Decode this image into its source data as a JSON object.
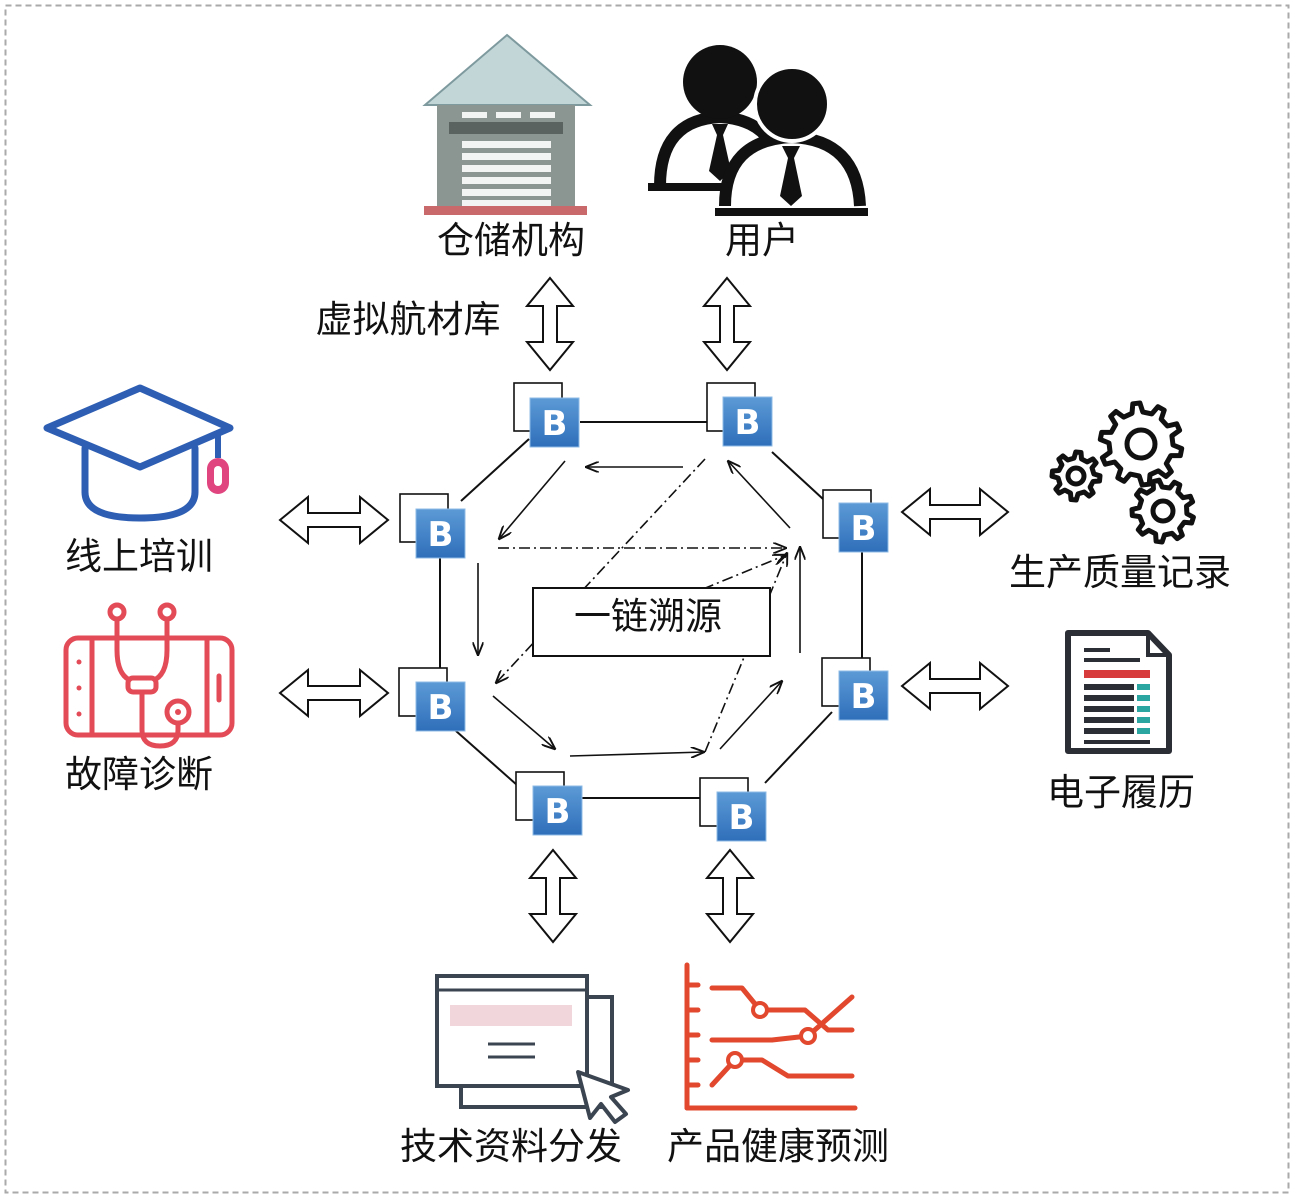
{
  "labels": {
    "warehouse": "仓储机构",
    "user": "用户",
    "virtual_parts_store": "虚拟航材库",
    "online_training": "线上培训",
    "fault_diagnosis": "故障诊断",
    "production_quality_record": "生产质量记录",
    "electronic_resume": "电子履历",
    "tech_doc_distribution": "技术资料分发",
    "product_health_prediction": "产品健康预测",
    "center": "一链溯源"
  },
  "nodes": [
    "B",
    "B",
    "B",
    "B",
    "B",
    "B",
    "B",
    "B"
  ],
  "icons": {
    "warehouse": "warehouse-icon",
    "user": "users-icon",
    "online_training": "graduation-cap-icon",
    "fault_diagnosis": "stethoscope-tablet-icon",
    "production_quality_record": "gears-icon",
    "electronic_resume": "document-icon",
    "tech_doc_distribution": "window-cursor-icon",
    "product_health_prediction": "line-chart-icon",
    "node": "blockchain-block-icon"
  },
  "colors": {
    "node_blue": "#3b7cc4",
    "cap_blue": "#2d5eb3",
    "tassel_pink": "#e0457f",
    "medical_red": "#e34b57",
    "chart_red": "#e1482e",
    "warehouse_roof": "#c2d6d8",
    "warehouse_body": "#8b9591",
    "warehouse_base": "#c9696b",
    "doc_red": "#d73b3b",
    "doc_teal": "#2ba6a1"
  }
}
